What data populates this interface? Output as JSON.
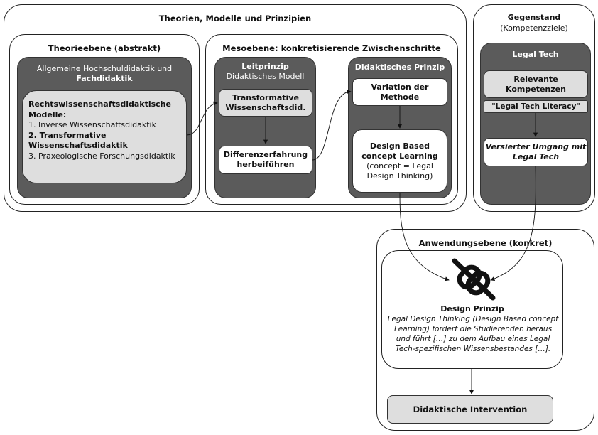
{
  "outer": {
    "title": "Theorien, Modelle und Prinzipien"
  },
  "theorie": {
    "title": "Theorieebene (abstrakt)",
    "dark_line1": "Allgemeine Hochschuldidaktik und",
    "dark_line2": "Fachdidaktik",
    "models_heading": "Rechtswissenschaftsdidaktische Modelle:",
    "item1": "1. Inverse Wissenschaftsdidaktik",
    "item2": "2. Transformative Wissenschaftsdidaktik",
    "item3": "3. Praxeologische Forschungsdidaktik"
  },
  "meso": {
    "title": "Mesoebene: konkretisierende Zwischenschritte",
    "leit_title": "Leitprinzip",
    "leit_sub": "Didaktisches Modell",
    "transformative": "Transformative Wissenschaftsdid.",
    "differenz": "Differenzerfahrung herbeiführen",
    "prinzip_title": "Didaktisches Prinzip",
    "variation": "Variation der Methode",
    "design_bold": "Design Based concept Learning",
    "design_sub": "(concept = Legal Design Thinking)"
  },
  "gegenstand": {
    "title": "Gegenstand",
    "sub": "(Kompetenzziele)",
    "legal_tech": "Legal Tech",
    "relevante": "Relevante Kompetenzen",
    "literacy": "\"Legal Tech Literacy\"",
    "versiert": "Versierter Umgang mit Legal Tech"
  },
  "anwendung": {
    "title": "Anwendungsebene (konkret)",
    "icon": "knot-link-icon",
    "prinzip_title": "Design Prinzip",
    "prinzip_text": "Legal Design Thinking (Design Based concept Learning) fordert die Studierenden heraus und führt […] zu dem Aufbau eines Legal Tech-spezifischen Wissensbestandes […].",
    "intervention": "Didaktische Intervention"
  }
}
